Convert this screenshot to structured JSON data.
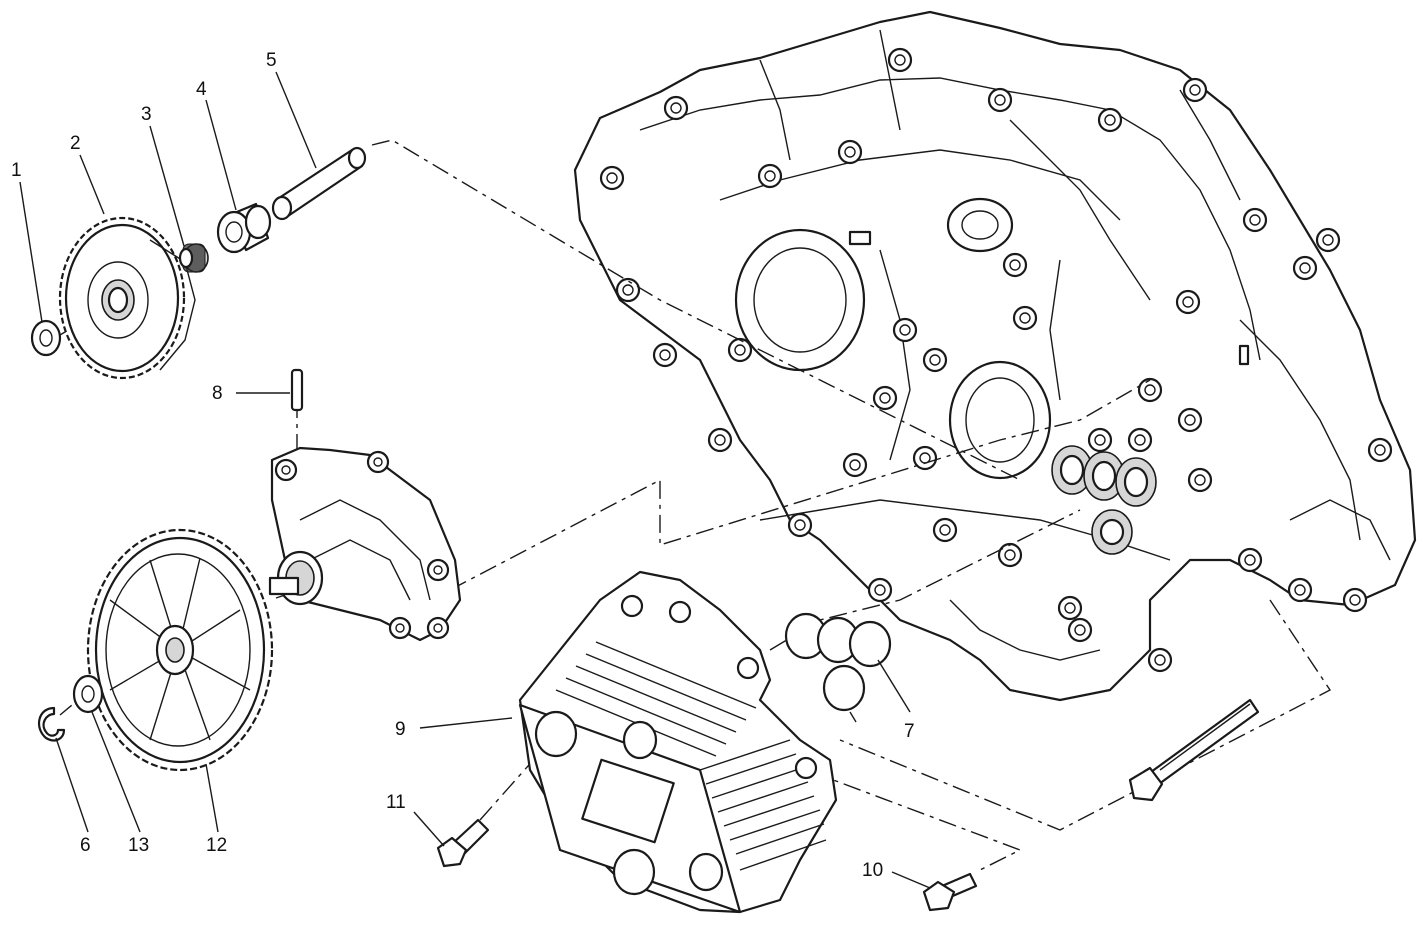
{
  "callouts": [
    {
      "id": "1",
      "label": "1"
    },
    {
      "id": "2",
      "label": "2"
    },
    {
      "id": "3",
      "label": "3"
    },
    {
      "id": "4",
      "label": "4"
    },
    {
      "id": "5",
      "label": "5"
    },
    {
      "id": "6",
      "label": "6"
    },
    {
      "id": "7",
      "label": "7"
    },
    {
      "id": "8",
      "label": "8"
    },
    {
      "id": "9",
      "label": "9"
    },
    {
      "id": "10",
      "label": "10"
    },
    {
      "id": "11",
      "label": "11"
    },
    {
      "id": "12",
      "label": "12"
    },
    {
      "id": "13",
      "label": "13"
    }
  ],
  "colors": {
    "line": "#1a1a1a",
    "background": "#ffffff",
    "shade": "#d6d6d6"
  }
}
